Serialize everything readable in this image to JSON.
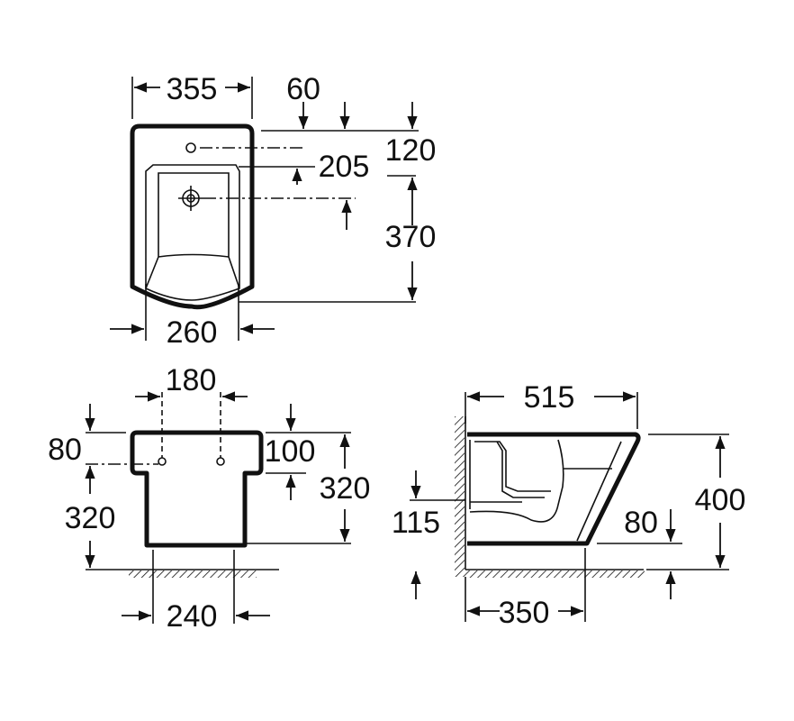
{
  "top_view": {
    "width_total": "355",
    "width_base": "260",
    "tap_offset": "60",
    "tap_to_basin": "205",
    "front_depth": "120",
    "basin_depth": "370"
  },
  "front_view": {
    "fixing_spacing": "180",
    "top_offset": "80",
    "fixing_height": "320",
    "top_block": "100",
    "block_height": "320",
    "base_width": "240"
  },
  "side_view": {
    "projection": "515",
    "height": "400",
    "foot_offset": "80",
    "inlet_height": "115",
    "base_depth": "350"
  }
}
